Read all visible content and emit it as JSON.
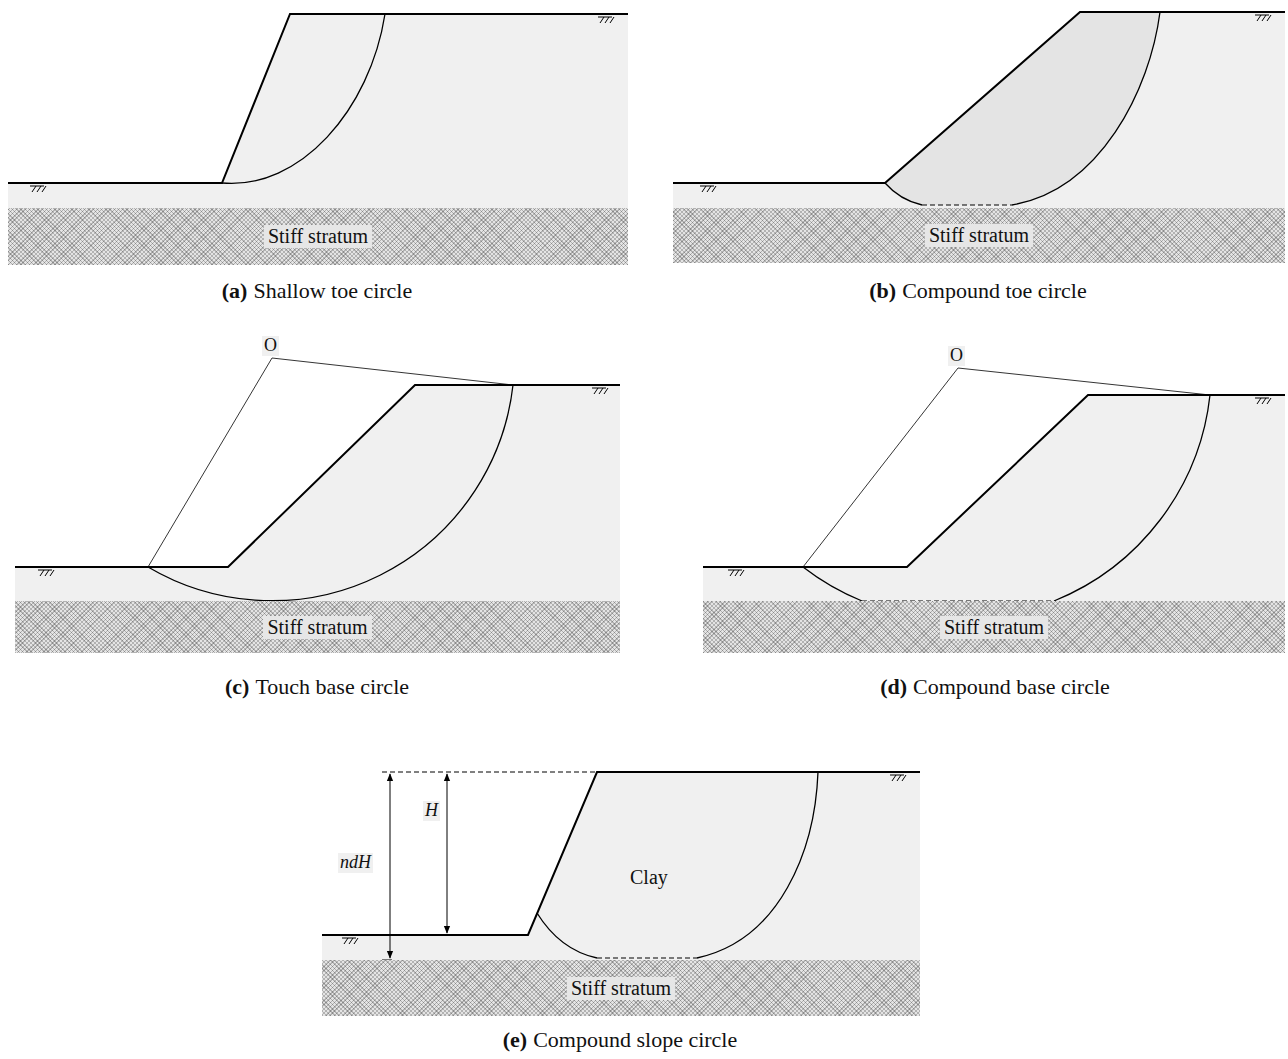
{
  "diagram": {
    "nodes": [
      {
        "text": [
          "Stiff stratum"
        ]
      },
      {
        "text": [
          "Stiff stratum"
        ]
      },
      {
        "text": [
          "Stiff stratum"
        ]
      },
      {
        "text": [
          "Stiff stratum"
        ]
      },
      {
        "text": [
          "Stiff stratum"
        ]
      }
    ],
    "labels": [
      "(a)",
      "Shallow toe circle",
      "(b)",
      "Compound toe circle",
      "O",
      "O",
      "(c)",
      "Touch base circle",
      "(d)",
      "Compound base circle",
      "ndH",
      "H",
      "Clay",
      "(e)",
      "Compound slope circle"
    ]
  }
}
